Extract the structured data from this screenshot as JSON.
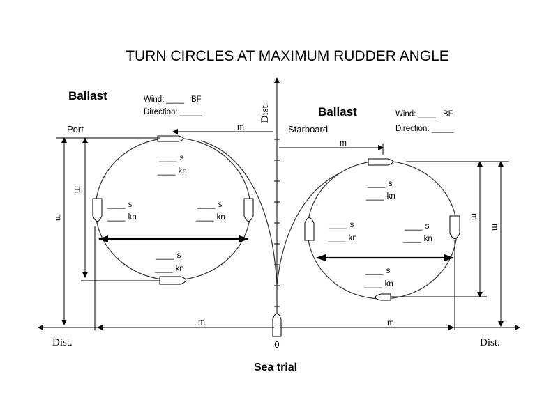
{
  "title": "TURN CIRCLES AT MAXIMUM RUDDER ANGLE",
  "footer": "Sea trial",
  "origin_label": "0",
  "axis": {
    "dist_label": "Dist.",
    "unit": "m"
  },
  "port": {
    "condition": "Ballast",
    "side": "Port",
    "wind": "Wind:",
    "wind_blank": "____",
    "bf": "BF",
    "direction": "Direction:",
    "direction_blank": "_____",
    "readings": [
      {
        "blank": "____",
        "unit": "s"
      },
      {
        "blank": "____",
        "unit": "kn"
      },
      {
        "blank": "____",
        "unit": "s"
      },
      {
        "blank": "____",
        "unit": "kn"
      },
      {
        "blank": "____",
        "unit": "s"
      },
      {
        "blank": "____",
        "unit": "kn"
      },
      {
        "blank": "____",
        "unit": "s"
      },
      {
        "blank": "____",
        "unit": "kn"
      }
    ]
  },
  "starboard": {
    "condition": "Ballast",
    "side": "Starboard",
    "wind": "Wind:",
    "wind_blank": "____",
    "bf": "BF",
    "direction": "Direction:",
    "direction_blank": "_____",
    "readings": [
      {
        "blank": "____",
        "unit": "s"
      },
      {
        "blank": "____",
        "unit": "kn"
      },
      {
        "blank": "____",
        "unit": "s"
      },
      {
        "blank": "____",
        "unit": "kn"
      },
      {
        "blank": "____",
        "unit": "s"
      },
      {
        "blank": "____",
        "unit": "kn"
      },
      {
        "blank": "____",
        "unit": "s"
      },
      {
        "blank": "____",
        "unit": "kn"
      }
    ]
  }
}
